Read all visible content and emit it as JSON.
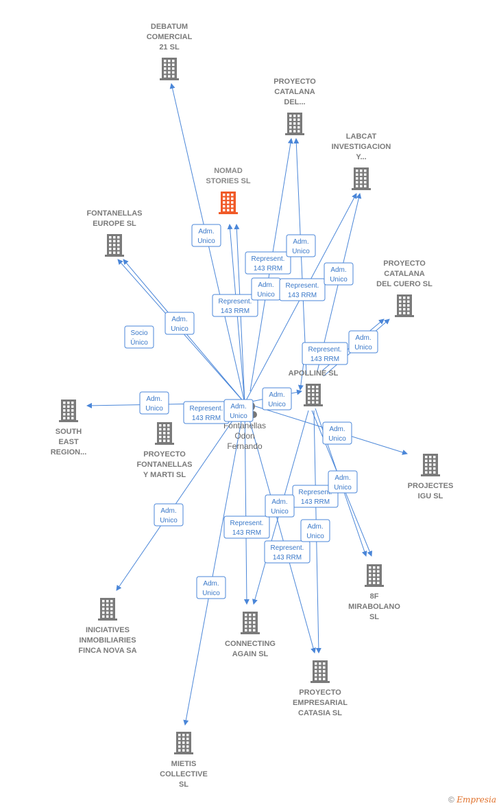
{
  "center": {
    "label_lines": [
      "Fontanellas",
      "Odon",
      "Fernando"
    ]
  },
  "companies": [
    {
      "id": "debatum",
      "label_lines": [
        "DEBATUM",
        "COMERCIAL",
        "21 SL"
      ],
      "highlight": false
    },
    {
      "id": "proyecto_catalana_del",
      "label_lines": [
        "PROYECTO",
        "CATALANA",
        "DEL..."
      ],
      "highlight": false
    },
    {
      "id": "labcat",
      "label_lines": [
        "LABCAT",
        "INVESTIGACION",
        "Y..."
      ],
      "highlight": false
    },
    {
      "id": "nomad",
      "label_lines": [
        "NOMAD",
        "STORIES  SL"
      ],
      "highlight": true
    },
    {
      "id": "fontanellas_europe",
      "label_lines": [
        "FONTANELLAS",
        "EUROPE SL"
      ],
      "highlight": false
    },
    {
      "id": "proyecto_catalana_cuero",
      "label_lines": [
        "PROYECTO",
        "CATALANA",
        "DEL CUERO SL"
      ],
      "highlight": false
    },
    {
      "id": "apolline",
      "label_lines": [
        "APOLLINE  SL"
      ],
      "highlight": false
    },
    {
      "id": "south_east",
      "label_lines": [
        "SOUTH",
        "EAST",
        "REGION..."
      ],
      "highlight": false
    },
    {
      "id": "proyecto_fontanellas",
      "label_lines": [
        "PROYECTO",
        "FONTANELLAS",
        "Y MARTI SL"
      ],
      "highlight": false
    },
    {
      "id": "projectes_igu",
      "label_lines": [
        "PROJECTES",
        "IGU SL"
      ],
      "highlight": false
    },
    {
      "id": "mirabolano",
      "label_lines": [
        "8F",
        "MIRABOLANO",
        "SL"
      ],
      "highlight": false
    },
    {
      "id": "iniciatives",
      "label_lines": [
        "INICIATIVES",
        "INMOBILIARIES",
        "FINCA NOVA SA"
      ],
      "highlight": false
    },
    {
      "id": "connecting",
      "label_lines": [
        "CONNECTING",
        "AGAIN  SL"
      ],
      "highlight": false
    },
    {
      "id": "catasia",
      "label_lines": [
        "PROYECTO",
        "EMPRESARIAL",
        "CATASIA  SL"
      ],
      "highlight": false
    },
    {
      "id": "mietis",
      "label_lines": [
        "MIETIS",
        "COLLECTIVE",
        "SL"
      ],
      "highlight": false
    }
  ],
  "edge_labels": [
    {
      "id": "e_debatum",
      "lines": [
        "Adm.",
        "Unico"
      ]
    },
    {
      "id": "e_nomad",
      "lines": [
        "Represent.",
        "143 RRM"
      ]
    },
    {
      "id": "e_catalana_del_1",
      "lines": [
        "Represent.",
        "143 RRM"
      ]
    },
    {
      "id": "e_catalana_del_2",
      "lines": [
        "Adm.",
        "Unico"
      ]
    },
    {
      "id": "e_nomad_2",
      "lines": [
        "Adm.",
        "Unico"
      ]
    },
    {
      "id": "e_labcat_1",
      "lines": [
        "Represent.",
        "143 RRM"
      ]
    },
    {
      "id": "e_labcat_2",
      "lines": [
        "Adm.",
        "Unico"
      ]
    },
    {
      "id": "e_europe_socio",
      "lines": [
        "Socio",
        "Único"
      ]
    },
    {
      "id": "e_europe_adm",
      "lines": [
        "Adm.",
        "Unico"
      ]
    },
    {
      "id": "e_cuero_1",
      "lines": [
        "Represent.",
        "143 RRM"
      ]
    },
    {
      "id": "e_cuero_2",
      "lines": [
        "Adm.",
        "Unico"
      ]
    },
    {
      "id": "e_south",
      "lines": [
        "Adm.",
        "Unico"
      ]
    },
    {
      "id": "e_fontanellas_rep",
      "lines": [
        "Represent.",
        "143 RRM"
      ]
    },
    {
      "id": "e_fontanellas_adm",
      "lines": [
        "Adm.",
        "Unico"
      ]
    },
    {
      "id": "e_apolline",
      "lines": [
        "Adm.",
        "Unico"
      ]
    },
    {
      "id": "e_igu",
      "lines": [
        "Adm.",
        "Unico"
      ]
    },
    {
      "id": "e_mira_1",
      "lines": [
        "Represent.",
        "143 RRM"
      ]
    },
    {
      "id": "e_mira_2",
      "lines": [
        "Adm.",
        "Unico"
      ]
    },
    {
      "id": "e_iniciatives",
      "lines": [
        "Adm.",
        "Unico"
      ]
    },
    {
      "id": "e_connecting_1",
      "lines": [
        "Represent.",
        "143 RRM"
      ]
    },
    {
      "id": "e_connecting_2",
      "lines": [
        "Adm.",
        "Unico"
      ]
    },
    {
      "id": "e_catasia_1",
      "lines": [
        "Represent.",
        "143 RRM"
      ]
    },
    {
      "id": "e_catasia_2",
      "lines": [
        "Adm.",
        "Unico"
      ]
    },
    {
      "id": "e_mietis",
      "lines": [
        "Adm.",
        "Unico"
      ]
    }
  ],
  "colors": {
    "edge": "#4a86d8",
    "building": "#7a7a7a",
    "highlight": "#f05a28"
  },
  "footer": {
    "copyright": "©",
    "brand": "Empresia"
  }
}
